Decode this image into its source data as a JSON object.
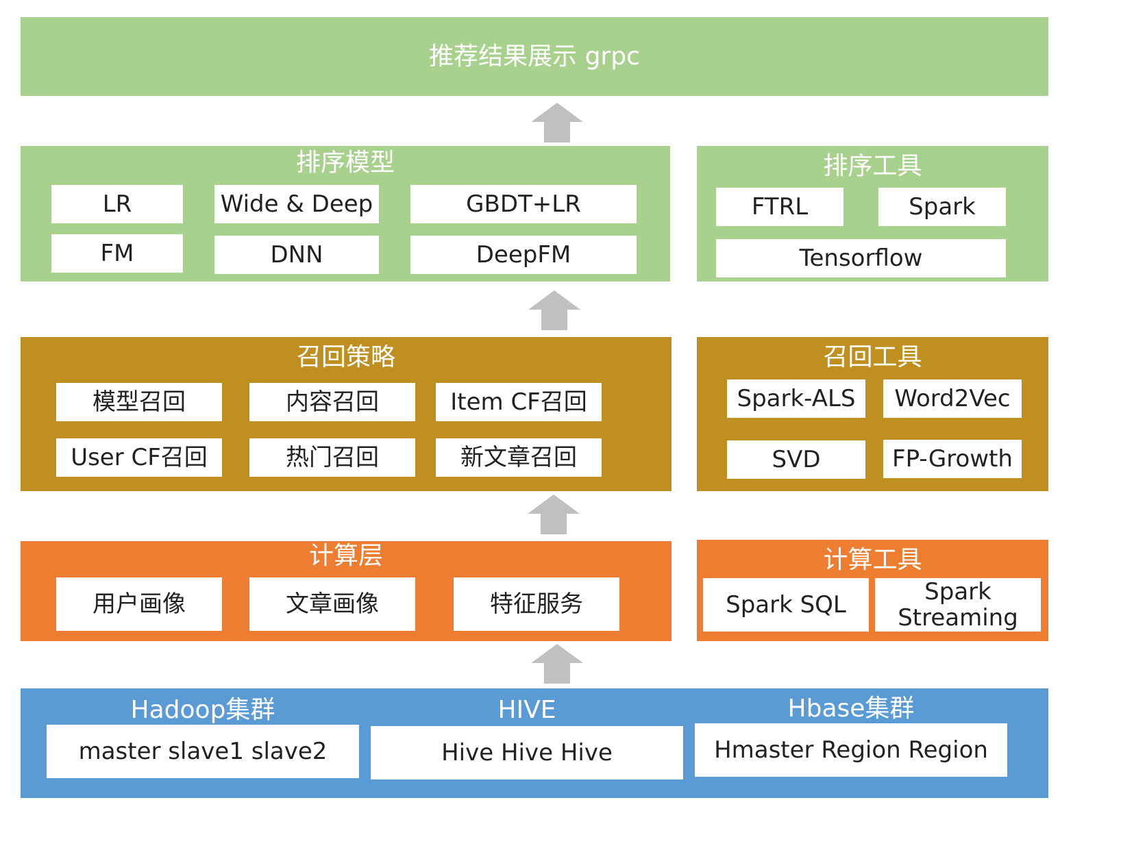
{
  "top": {
    "title": "推荐结果展示 grpc"
  },
  "sort_model": {
    "title": "排序模型",
    "items": [
      "LR",
      "Wide & Deep",
      "GBDT+LR",
      "FM",
      "DNN",
      "DeepFM"
    ]
  },
  "sort_tools": {
    "title": "排序工具",
    "items": [
      "FTRL",
      "Spark",
      "Tensorflow"
    ]
  },
  "recall_strategy": {
    "title": "召回策略",
    "items": [
      "模型召回",
      "内容召回",
      "Item CF召回",
      "User CF召回",
      "热门召回",
      "新文章召回"
    ]
  },
  "recall_tools": {
    "title": "召回工具",
    "items": [
      "Spark-ALS",
      "Word2Vec",
      "SVD",
      "FP-Growth"
    ]
  },
  "compute_layer": {
    "title": "计算层",
    "items": [
      "用户画像",
      "文章画像",
      "特征服务"
    ]
  },
  "compute_tools": {
    "title": "计算工具",
    "items": [
      "Spark SQL",
      "Spark",
      "Streaming"
    ]
  },
  "storage": {
    "clusters": [
      {
        "title": "Hadoop集群",
        "nodes": "master slave1 slave2"
      },
      {
        "title": "HIVE",
        "nodes": "Hive Hive Hive"
      },
      {
        "title": "Hbase集群",
        "nodes": "Hmaster Region Region"
      }
    ]
  },
  "colors": {
    "green": "#a9d18e",
    "gold": "#bf9020",
    "orange": "#ed7d31",
    "blue": "#5b9bd5",
    "arrow": "#c0c0c0"
  }
}
